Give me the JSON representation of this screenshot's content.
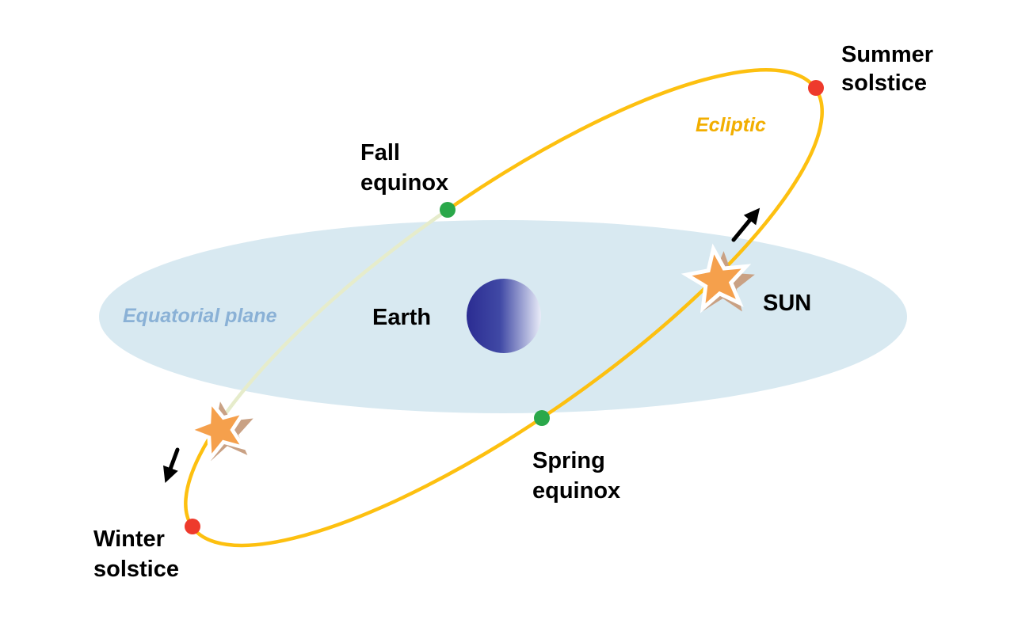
{
  "diagram": {
    "labels": {
      "summer_solstice_line1": "Summer",
      "summer_solstice_line2": "solstice",
      "winter_solstice_line1": "Winter",
      "winter_solstice_line2": "solstice",
      "fall_equinox_line1": "Fall",
      "fall_equinox_line2": "equinox",
      "spring_equinox_line1": "Spring",
      "spring_equinox_line2": "equinox",
      "ecliptic": "Ecliptic",
      "equatorial_plane": "Equatorial plane",
      "earth": "Earth",
      "sun": "SUN"
    },
    "icons": {
      "sun_marker": "star",
      "solstice_marker": "circle-dot",
      "equinox_marker": "circle-dot",
      "orbit_direction": "arrow"
    },
    "colors": {
      "background": "#ffffff",
      "equatorial_plane": "#d8e9f1",
      "ecliptic": "#fdc010",
      "ecliptic_hidden": "#e6eccb",
      "solstice_marker": "#ee3a2c",
      "equinox_marker": "#2aa84a",
      "sun_star": "#f5a04c",
      "sun_star_shadow": "#c9a184",
      "ecliptic_label": "#f2ae00",
      "plane_label": "#8ab1d6",
      "earth_dark": "#2b2c92",
      "earth_mid": "#4049a5",
      "earth_light": "#e9ecf8",
      "arrow": "#000000",
      "text": "#000000"
    }
  }
}
